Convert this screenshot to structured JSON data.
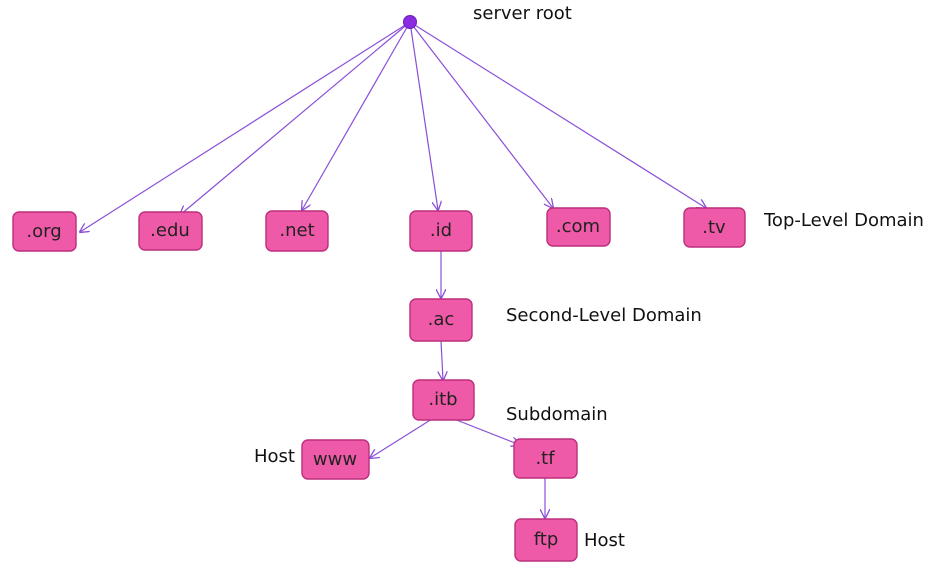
{
  "root_label": "server root",
  "nodes": {
    "org": ".org",
    "edu": ".edu",
    "net": ".net",
    "id": ".id",
    "com": ".com",
    "tv": ".tv",
    "ac": ".ac",
    "itb": ".itb",
    "www": "www",
    "tf": ".tf",
    "ftp": "ftp"
  },
  "levels": {
    "top": "Top-Level Domain",
    "second": "Second-Level Domain",
    "sub": "Subdomain",
    "host_left": "Host",
    "host_right": "Host"
  },
  "colors": {
    "node_fill": "#ef5aa8",
    "node_border": "#bb2f7c",
    "edge": "#8a4fd8",
    "root": "#8a2be2"
  }
}
